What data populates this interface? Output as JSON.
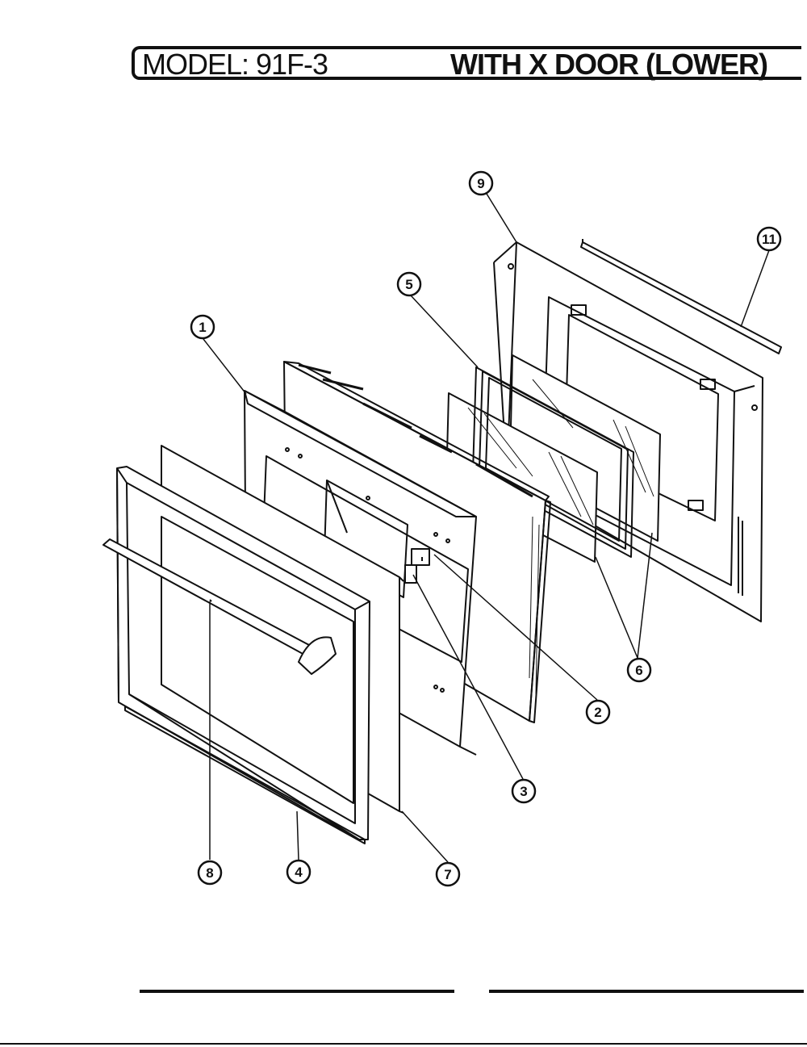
{
  "header": {
    "model_label": "MODEL: 91F-3",
    "assembly_label": "WITH X DOOR (LOWER)"
  },
  "callouts": {
    "c1": "1",
    "c2": "2",
    "c3": "3",
    "c4": "4",
    "c5": "5",
    "c6": "6",
    "c7": "7",
    "c8": "8",
    "c9": "9",
    "c11": "11"
  }
}
